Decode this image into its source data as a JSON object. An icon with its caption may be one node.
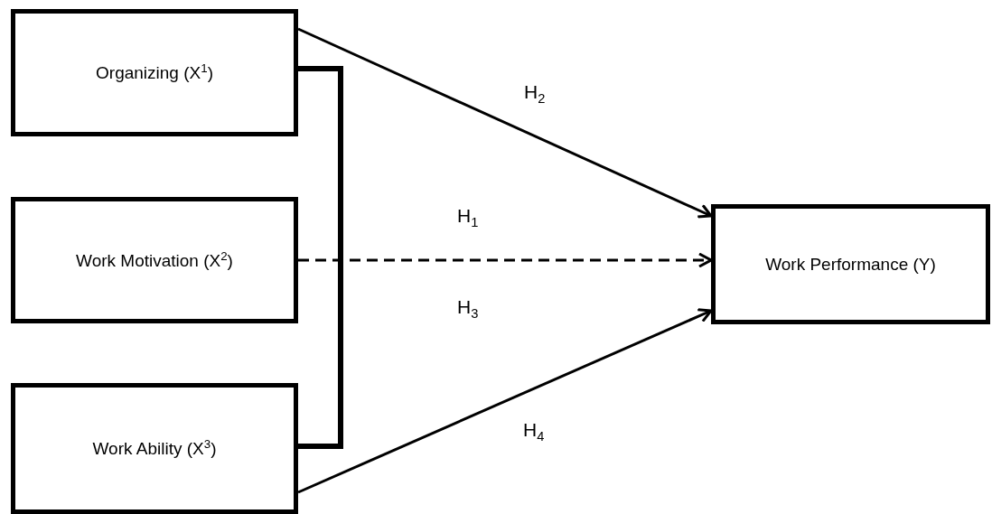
{
  "diagram": {
    "nodes": [
      {
        "text": [
          "Organizing (X$^{1}$)"
        ]
      },
      {
        "text": [
          "Work Motivation (X$^{2}$)"
        ]
      },
      {
        "text": [
          "Work Ability (X$^{3}$)"
        ]
      },
      {
        "text": [
          "Work Performance (Y)"
        ]
      }
    ],
    "edges": [
      {
        "from": 0,
        "to": 3,
        "arrow": "to",
        "label": "H$_{2}$"
      },
      {
        "from": 1,
        "to": 3,
        "arrow": "to",
        "label": "H$_{1}$",
        "style": "dashed"
      },
      {
        "from": 2,
        "to": 3,
        "arrow": "to",
        "label": "H$_{4}$"
      },
      {
        "from": 0,
        "to": 2,
        "arrow": "none",
        "style": "thick"
      }
    ],
    "labels": [
      "H$_{3}$"
    ]
  }
}
